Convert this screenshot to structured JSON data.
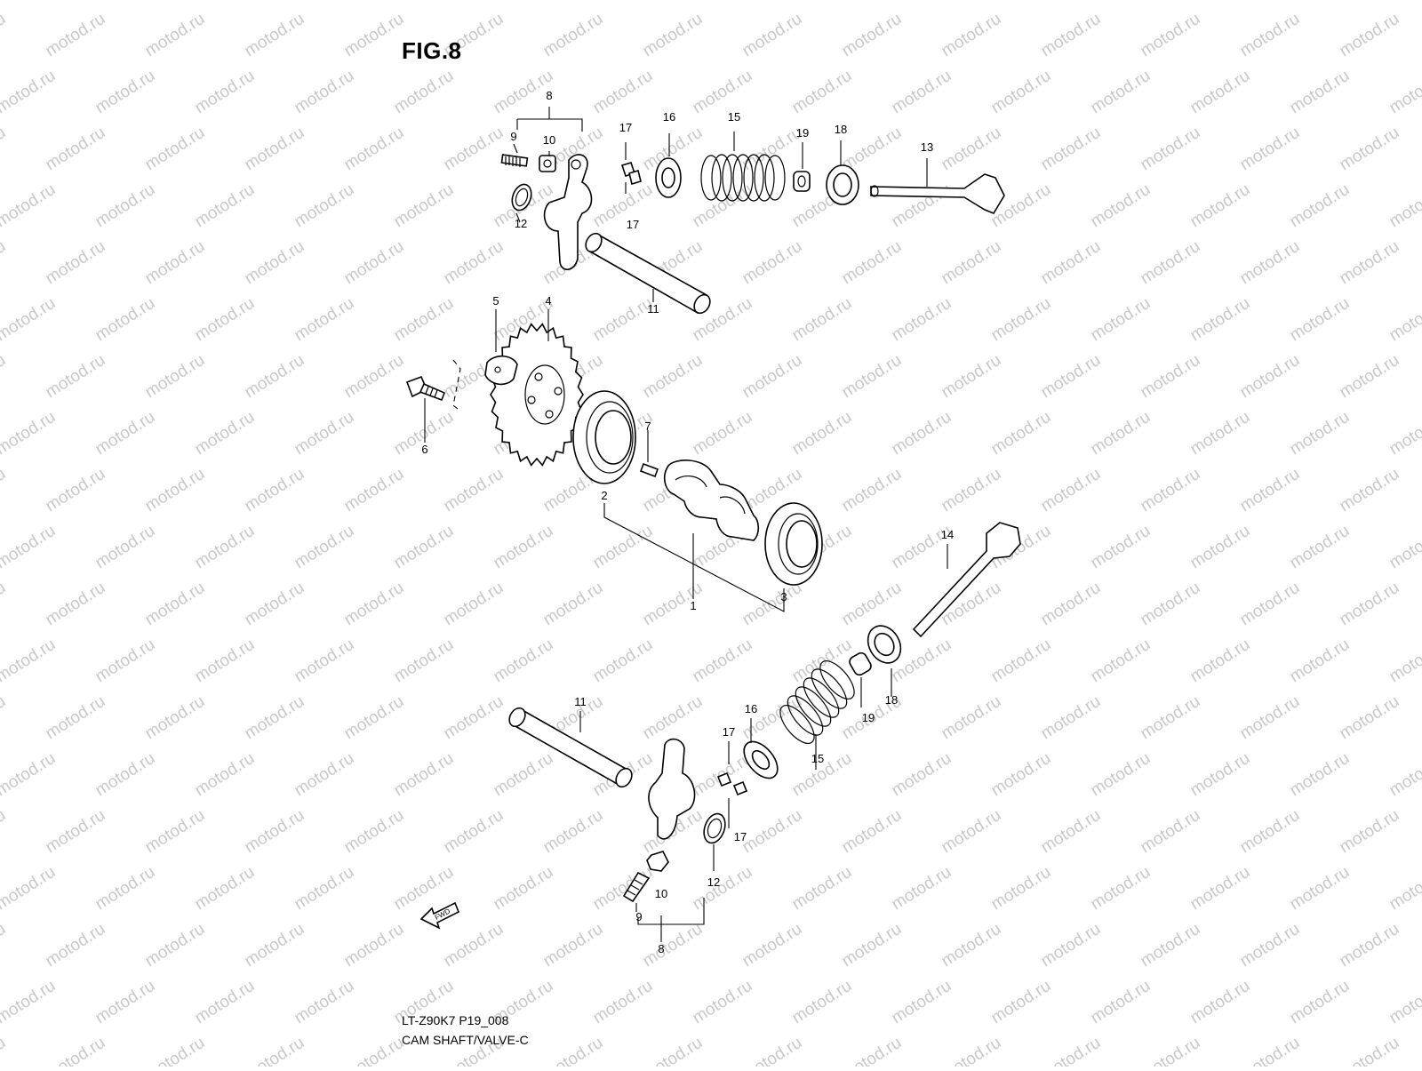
{
  "figure": {
    "title": "FIG.8",
    "model_code": "LT-Z90K7 P19_008",
    "caption": "CAM SHAFT/VALVE-C",
    "fwd_label": "FWD"
  },
  "watermark": "motod.ru",
  "callouts": [
    "1",
    "2",
    "3",
    "4",
    "5",
    "6",
    "7",
    "8",
    "9",
    "10",
    "11",
    "12",
    "13",
    "14",
    "15",
    "16",
    "17",
    "18",
    "19"
  ],
  "parts": [
    "camshaft",
    "bearing",
    "bearing",
    "cam-sprocket",
    "sprocket-plate",
    "bolt",
    "pin",
    "rocker-arm",
    "adjuster-screw",
    "adjuster-nut",
    "rocker-shaft",
    "o-ring",
    "intake-valve",
    "exhaust-valve",
    "valve-spring",
    "spring-retainer",
    "cotter",
    "valve-stem-seal",
    "spring-seat"
  ],
  "colors": {
    "line": "#000000",
    "watermark": "#c8c8c8",
    "background": "#ffffff"
  }
}
